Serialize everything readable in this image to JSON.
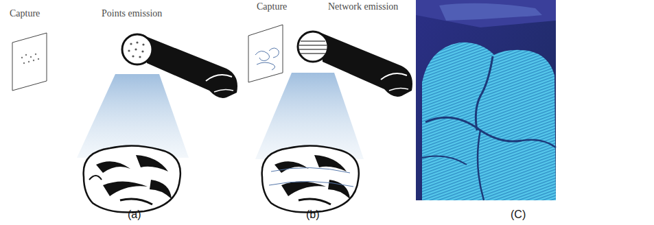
{
  "diagram": {
    "labels": [
      "Capture",
      "Points emission",
      "Capture",
      "Network emission",
      "(a)",
      "(b)",
      "(C)"
    ]
  }
}
